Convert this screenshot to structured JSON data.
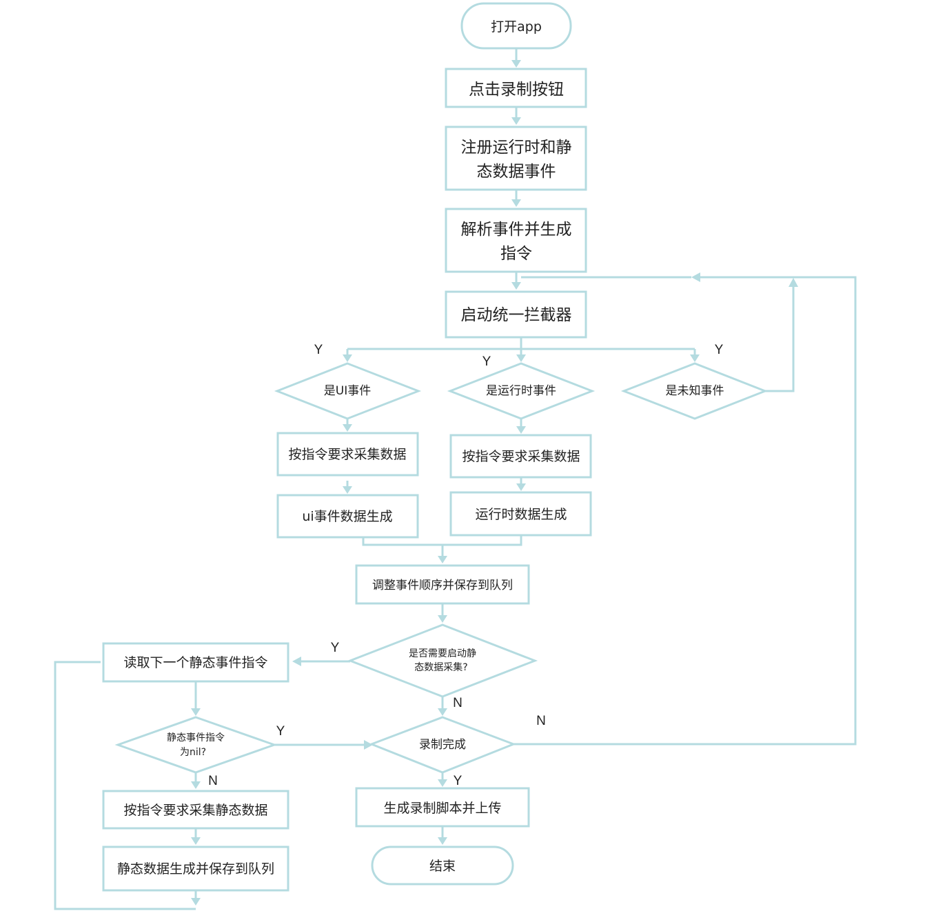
{
  "flowchart": {
    "nodes": {
      "open_app": [
        "打开app"
      ],
      "click_record": [
        "点击录制按钮"
      ],
      "register_events": [
        "注册运行时和静",
        "态数据事件"
      ],
      "parse_events": [
        "解析事件并生成",
        "指令"
      ],
      "start_interceptor": [
        "启动统一拦截器"
      ],
      "is_ui_event": [
        "是UI事件"
      ],
      "is_runtime_event": [
        "是运行时事件"
      ],
      "is_unknown_event": [
        "是未知事件"
      ],
      "collect_ui": [
        "按指令要求采集数据"
      ],
      "collect_runtime": [
        "按指令要求采集数据"
      ],
      "ui_data": [
        "ui事件数据生成"
      ],
      "runtime_data": [
        "运行时数据生成"
      ],
      "adjust_queue": [
        "调整事件顺序并保存到队列"
      ],
      "need_static": [
        "是否需要启动静",
        "态数据采集?"
      ],
      "read_next": [
        "读取下一个静态事件指令"
      ],
      "static_nil": [
        "静态事件指令",
        "为nil?"
      ],
      "record_done": [
        "录制完成"
      ],
      "collect_static": [
        "按指令要求采集静态数据"
      ],
      "static_save": [
        "静态数据生成并保存到队列"
      ],
      "gen_script": [
        "生成录制脚本并上传"
      ],
      "end": [
        "结束"
      ]
    },
    "edge_labels": {
      "ui_yes": "Y",
      "runtime_yes": "Y",
      "unknown_yes": "Y",
      "need_static_yes": "Y",
      "need_static_no": "N",
      "nil_yes": "Y",
      "nil_no": "N",
      "done_no": "N",
      "done_yes": "Y"
    },
    "colors": {
      "stroke": "#b4dbe0",
      "text": "#222222",
      "background": "#ffffff"
    }
  }
}
